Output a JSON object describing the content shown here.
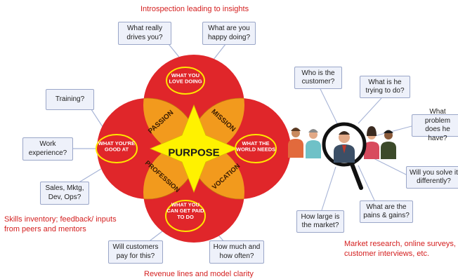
{
  "captions": {
    "top": "Introspection leading to insights",
    "left": "Skills inventory; feedback/ inputs\nfrom peers and mentors",
    "bottom": "Revenue lines and model clarity",
    "right": "Market research, online surveys,\ncustomer interviews, etc."
  },
  "ikigai": {
    "center": "PURPOSE",
    "circles": {
      "top": "WHAT YOU\nLOVE DOING",
      "left": "WHAT YOU'RE\nGOOD AT",
      "right": "WHAT THE\nWORLD NEEDS",
      "bottom": "WHAT YOU\nCAN GET PAID\nTO DO"
    },
    "petals": {
      "passion": "PASSION",
      "mission": "MISSION",
      "profession": "PROFESSION",
      "vocation": "VOCATION"
    }
  },
  "left_questions": {
    "drives": "What really\ndrives you?",
    "happy": "What are you\nhappy doing?",
    "training": "Training?",
    "work": "Work\nexperience?",
    "sales": "Sales, Mktg,\nDev, Ops?",
    "pay": "Will customers\npay for this?",
    "often": "How much and\nhow often?"
  },
  "right_questions": {
    "customer": "Who is the\ncustomer?",
    "trying": "What is he\ntrying to do?",
    "problem": "What problem\ndoes he have?",
    "solve": "Will you solve it\ndifferently?",
    "pains": "What are the\npains & gains?",
    "market": "How large is\nthe market?"
  },
  "colors": {
    "red": "#e0262a",
    "orange": "#f29a1d",
    "yellow": "#fff200",
    "caption": "#d42020",
    "bubble_fill": "#eef1fa",
    "bubble_border": "#9aa6c8"
  }
}
